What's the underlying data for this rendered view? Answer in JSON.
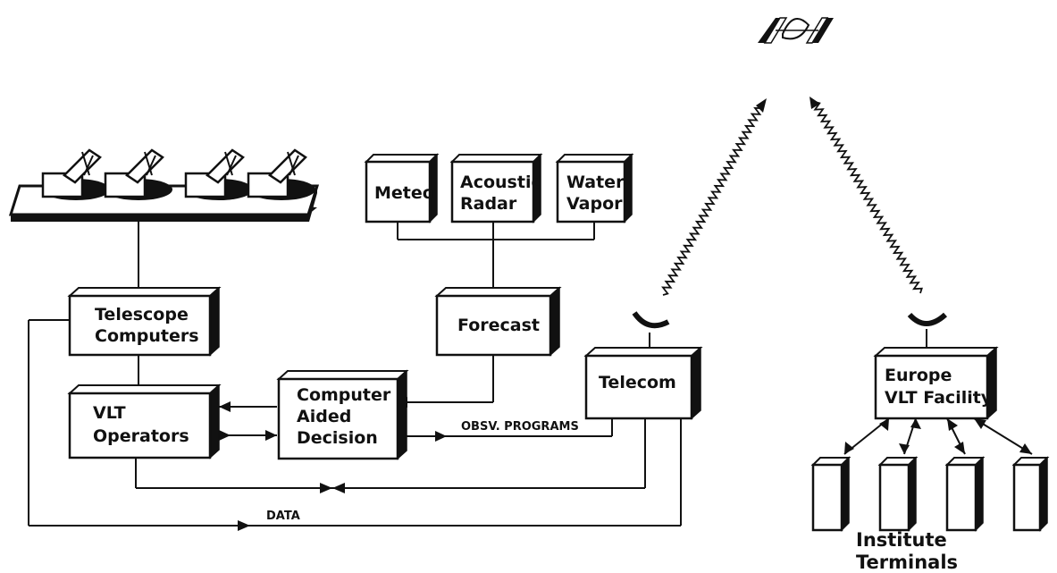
{
  "boxes": {
    "meteo": [
      "Meteo"
    ],
    "acoustic_radar": [
      "Acoustic",
      "Radar"
    ],
    "water_vapor": [
      "Water",
      "Vapor"
    ],
    "forecast": [
      "Forecast"
    ],
    "telescope_computers": [
      "Telescope",
      "Computers"
    ],
    "vlt_operators": [
      "VLT",
      "Operators"
    ],
    "computer_aided_decision": [
      "Computer",
      "Aided",
      "Decision"
    ],
    "telecom": [
      "Telecom"
    ],
    "europe_vlt_facility": [
      "Europe",
      "VLT Facility"
    ]
  },
  "labels": {
    "obsv_programs": "OBSV. PROGRAMS",
    "data": "DATA",
    "institute_terminals": [
      "Institute",
      "Terminals"
    ]
  },
  "icons": [
    "telescope-array-icon",
    "satellite-icon",
    "dish-antenna-icon",
    "terminal-icon"
  ]
}
